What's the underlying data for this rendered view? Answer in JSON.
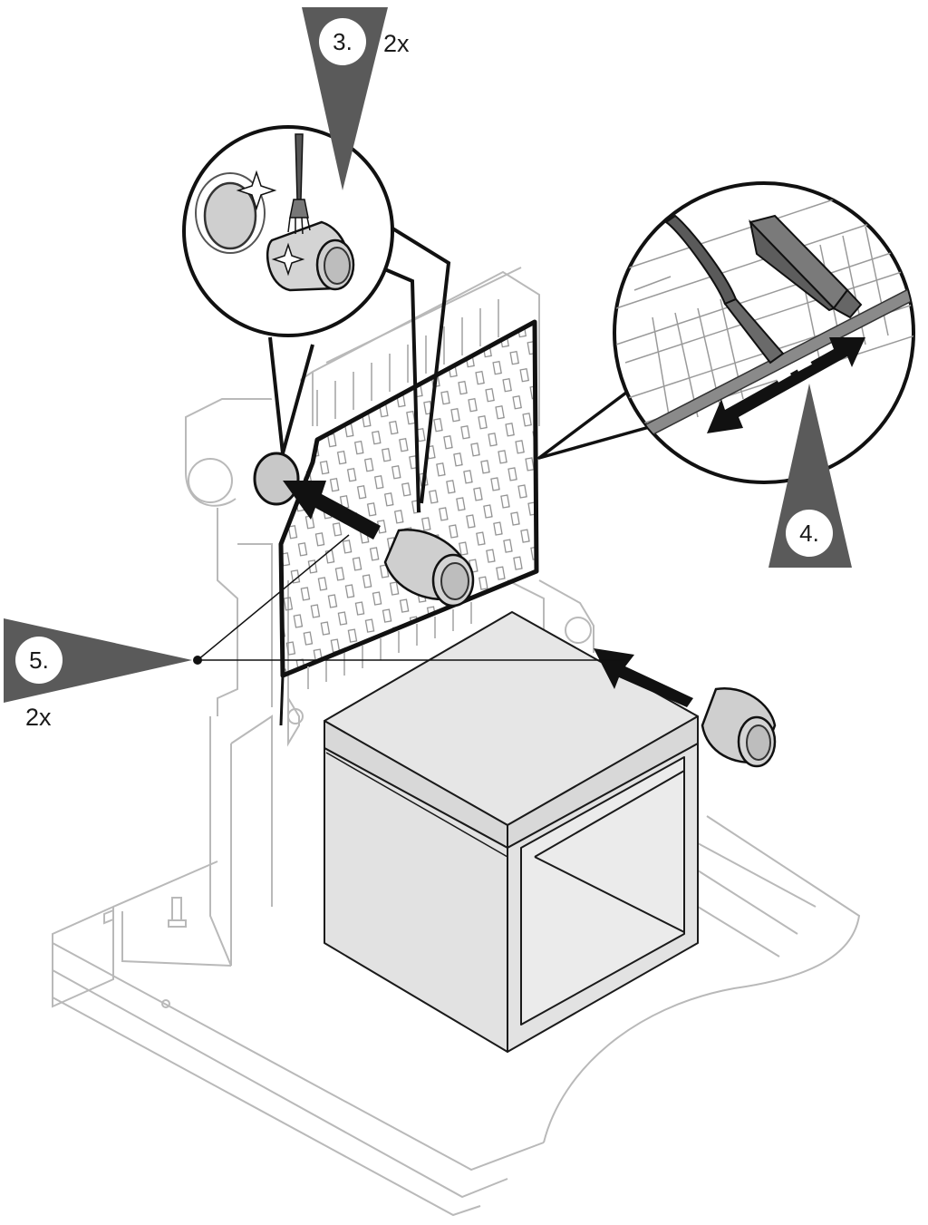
{
  "steps": [
    {
      "number": "3.",
      "multiplier": "2x"
    },
    {
      "number": "4.",
      "multiplier": ""
    },
    {
      "number": "5.",
      "multiplier": "2x"
    }
  ],
  "colors": {
    "line": "#1a1a1a",
    "ghost": "#b9b9b9",
    "marker": "#5a5a5a",
    "part_fill": "#d4d4d4",
    "box_fill": "#e6e6e6"
  },
  "icons": [
    "brush-icon",
    "screwdriver-icon",
    "grease-tube-icon",
    "double-arrow-icon",
    "sparkle-icon"
  ]
}
